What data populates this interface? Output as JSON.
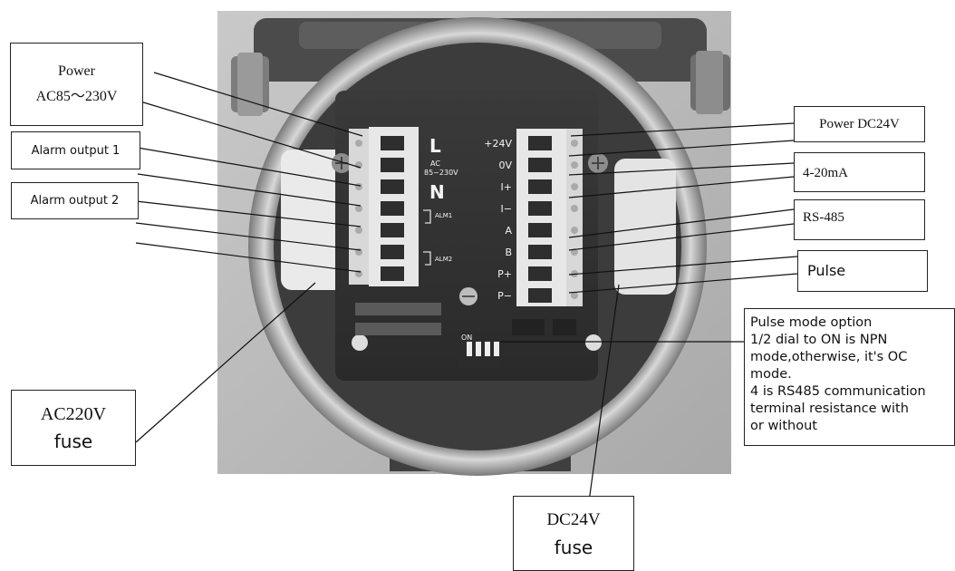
{
  "callouts": {
    "power_ac": {
      "line1": "Power",
      "line2": "AC85～230V"
    },
    "alarm1": "Alarm output 1",
    "alarm2": "Alarm output 2",
    "ac_fuse": {
      "line1": "AC220V",
      "line2": "fuse"
    },
    "power_dc": "Power DC24V",
    "current": "4-20mA",
    "rs485": "RS-485",
    "pulse": "Pulse",
    "pulse_mode": {
      "line1": "Pulse mode option",
      "line2": "1/2 dial to ON is NPN",
      "line3": "mode,otherwise, it's OC",
      "line4": "mode.",
      "line5": "4 is RS485 communication",
      "line6": "terminal resistance with",
      "line7": "or without"
    },
    "dc_fuse": {
      "line1": "DC24V",
      "line2": "fuse"
    }
  },
  "board": {
    "left_terminals": {
      "l": "L",
      "ac": "AC",
      "range": "85~230V",
      "n": "N",
      "alm1": "ALM1",
      "alm2": "ALM2"
    },
    "right_terminals": [
      "+24V",
      "0V",
      "I+",
      "I−",
      "A",
      "B",
      "P+",
      "P−"
    ],
    "dip_switch": "ON"
  }
}
